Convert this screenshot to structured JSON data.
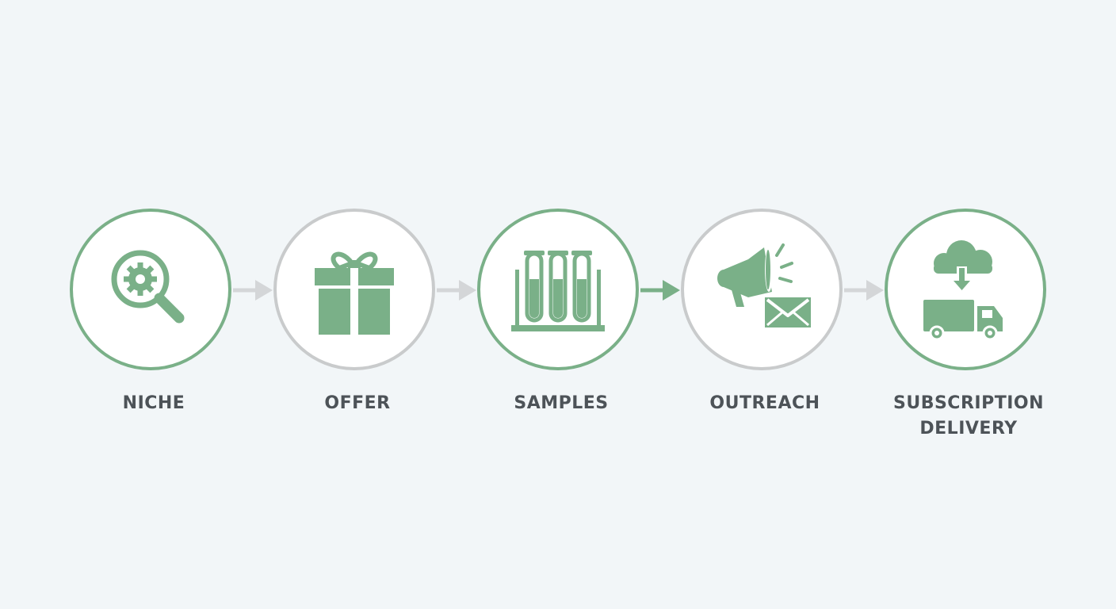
{
  "steps": [
    {
      "label": "NICHE",
      "icon": "magnifier-gear-icon",
      "active": true
    },
    {
      "label": "OFFER",
      "icon": "gift-box-icon",
      "active": false
    },
    {
      "label": "SAMPLES",
      "icon": "test-tubes-icon",
      "active": true
    },
    {
      "label": "OUTREACH",
      "icon": "megaphone-envelope-icon",
      "active": false
    },
    {
      "label": "SUBSCRIPTION",
      "label_line2": "DELIVERY",
      "icon": "cloud-truck-icon",
      "active": true
    }
  ],
  "colors": {
    "accent": "#7ab088",
    "ring_inactive": "#c9cbcc",
    "arrow_inactive": "#d4d6d8",
    "text": "#4d5358",
    "background": "#f2f6f8"
  }
}
